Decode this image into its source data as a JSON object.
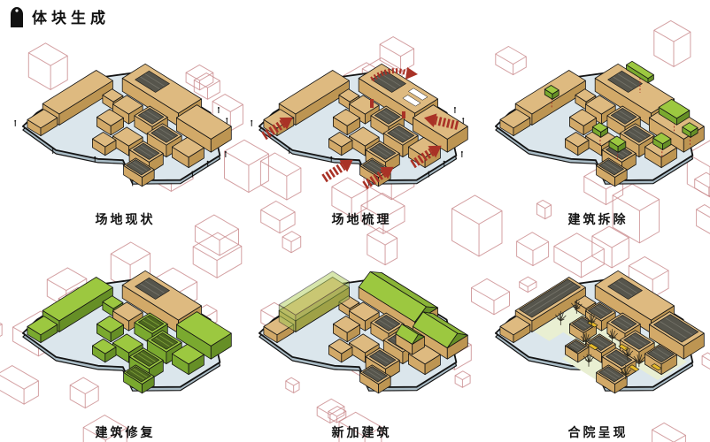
{
  "title": {
    "text": "体块生成",
    "icon": "arch-icon"
  },
  "panels": [
    {
      "id": "site-status",
      "label": "场地现状",
      "variant": "base"
    },
    {
      "id": "site-sorting",
      "label": "场地梳理",
      "variant": "arrows"
    },
    {
      "id": "demolition",
      "label": "建筑拆除",
      "variant": "demolish"
    },
    {
      "id": "restoration",
      "label": "建筑修复",
      "variant": "restore"
    },
    {
      "id": "new-buildings",
      "label": "新加建筑",
      "variant": "new"
    },
    {
      "id": "courtyards",
      "label": "合院呈现",
      "variant": "courtyard"
    }
  ],
  "restore_green_blocks": [
    "wing",
    "wingTip",
    "rightBig",
    "midB",
    "midC",
    "midD",
    "midE",
    "midF",
    "tail",
    "smallB",
    "rightC",
    "smallA"
  ],
  "colors": {
    "context": "#c9898c",
    "outline": "#141414",
    "plate": "#dbe6ec",
    "plate_edge": "#a9bcc6",
    "mass_top": "#deba80",
    "mass_left": "#d2a968",
    "mass_right": "#bd9552",
    "roof": "#56554c",
    "roof_light": "#75746a",
    "green_top": "#9cc840",
    "green_left": "#7aa92f",
    "green_right": "#668f26",
    "green_roof": "#4c661f",
    "arrow": "#a93226",
    "court": "#e9efd2",
    "bench": "#e5b92a",
    "tree": "#2e2b20",
    "white": "#ffffff"
  }
}
